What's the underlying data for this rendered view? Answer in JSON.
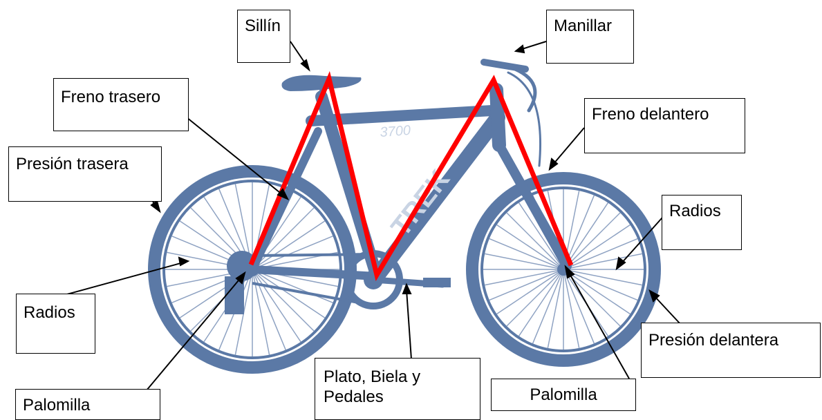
{
  "colors": {
    "bike": "#5b79a6",
    "bike_light": "#c9d4e4",
    "highlight": "#ff0000",
    "leader": "#000000"
  },
  "frame_brand_text": "TREK",
  "frame_model_text": "3700",
  "labels": {
    "sillin": "Sillín",
    "manillar": "Manillar",
    "freno_trasero": "Freno trasero",
    "freno_delantero": "Freno delantero",
    "presion_trasera": "Presión trasera",
    "radios_delanteros": "Radios",
    "radios_traseros": "Radios",
    "presion_delantera": "Presión  delantera",
    "palomilla_trasera": "Palomilla",
    "plato_biela_pedales": "Plato, Biela y\nPedales",
    "palomilla_delantera": "Palomilla"
  }
}
